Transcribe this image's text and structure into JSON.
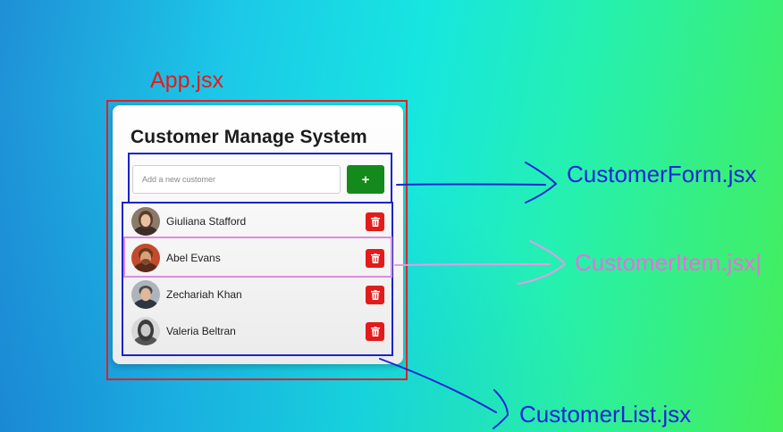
{
  "annotations": {
    "app_label": "App.jsx",
    "form_label": "CustomerForm.jsx",
    "item_label": "CustomerItem.jsx|",
    "list_label": "CustomerList.jsx"
  },
  "app": {
    "title": "Customer Manage System",
    "form": {
      "placeholder": "Add a new customer",
      "value": "",
      "add_button_label": "+"
    },
    "customers": [
      {
        "name": "Giuliana Stafford",
        "avatar_icon": "avatar-photo"
      },
      {
        "name": "Abel Evans",
        "avatar_icon": "avatar-photo"
      },
      {
        "name": "Zechariah Khan",
        "avatar_icon": "avatar-photo"
      },
      {
        "name": "Valeria Beltran",
        "avatar_icon": "avatar-photo"
      }
    ],
    "delete_icon": "trash-icon"
  },
  "colors": {
    "app_box": "#e0202a",
    "form_box": "#1a24c8",
    "item_box": "#e08ae0",
    "list_box": "#1a24c8",
    "add_button": "#138a1b",
    "delete_button": "#e31b1b"
  }
}
